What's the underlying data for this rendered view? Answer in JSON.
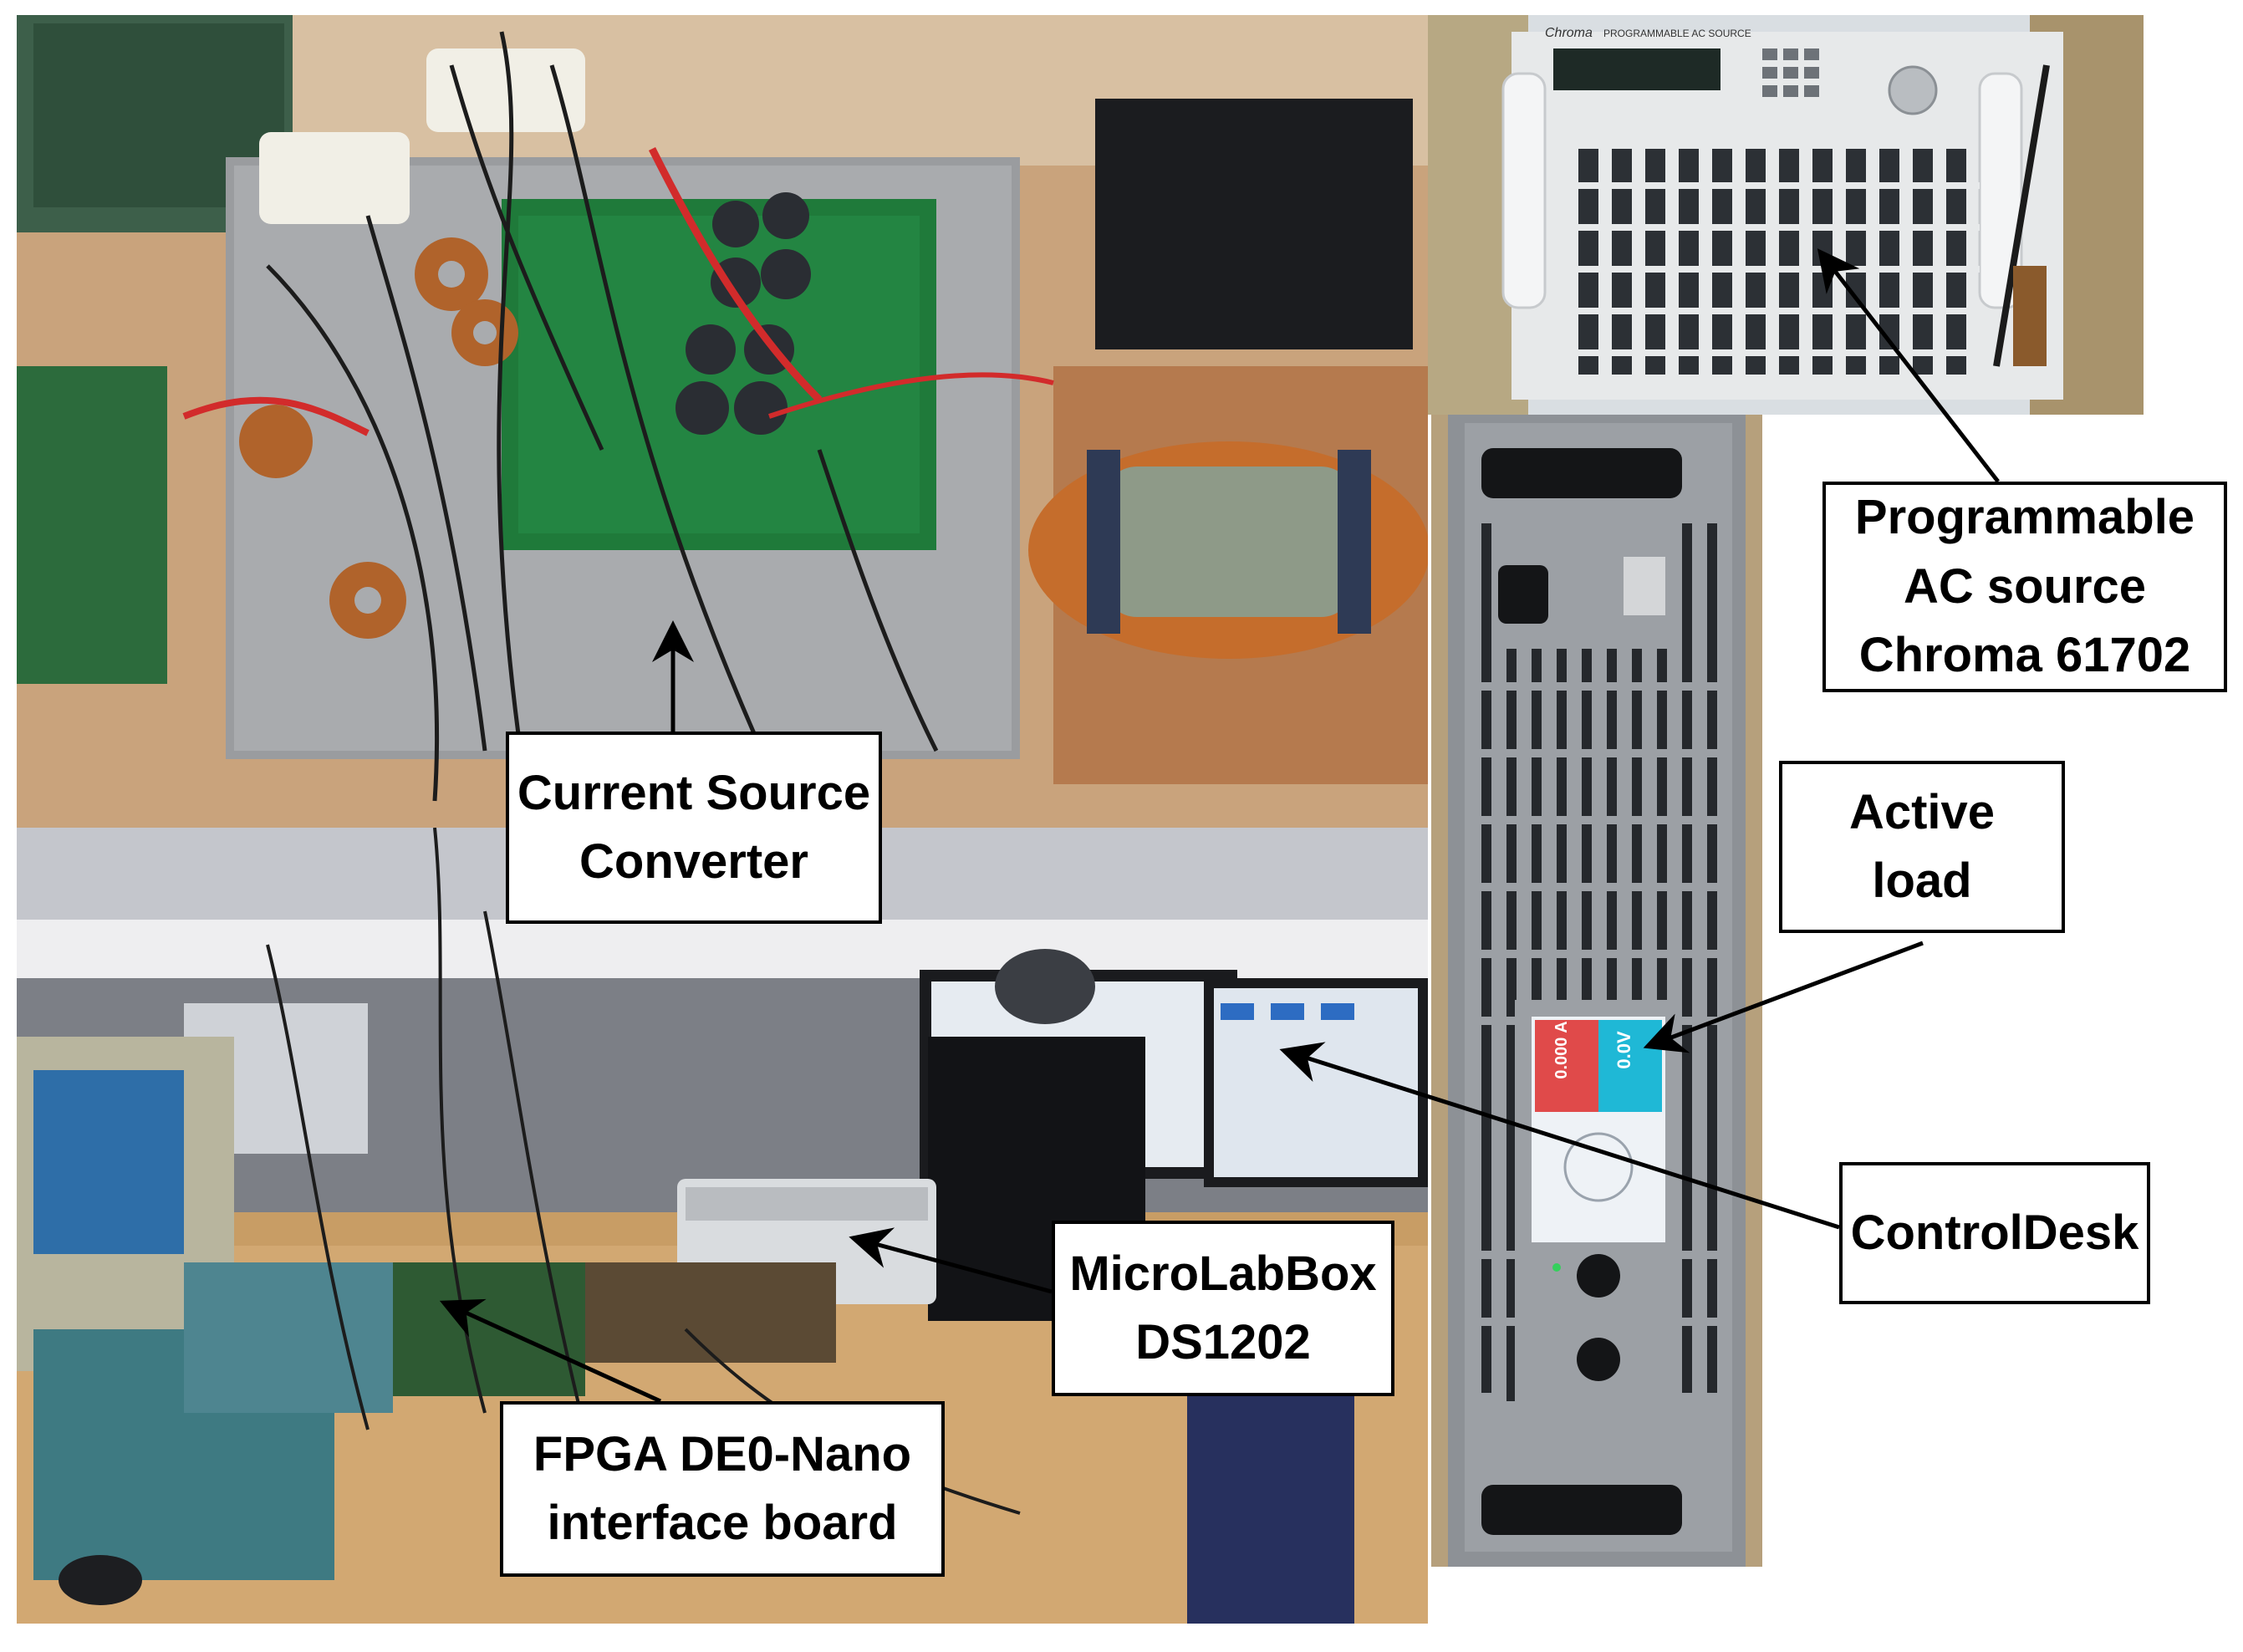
{
  "labels": {
    "converter": "Current Source\nConverter",
    "ac_source": "Programmable\nAC source\nChroma 61702",
    "active_load": "Active\nload",
    "controldesk": "ControlDesk",
    "microlabbox": "MicroLabBox\nDS1202",
    "fpga": "FPGA DE0-Nano\ninterface board"
  },
  "equipment_text": {
    "ac_source_brand": "Chroma",
    "ac_source_panel": "PROGRAMMABLE AC SOURCE",
    "active_load_voltage": "0.0V",
    "active_load_current": "0.000 A"
  },
  "colors": {
    "label_border": "#000000",
    "label_background": "#ffffff",
    "arrow": "#000000"
  }
}
